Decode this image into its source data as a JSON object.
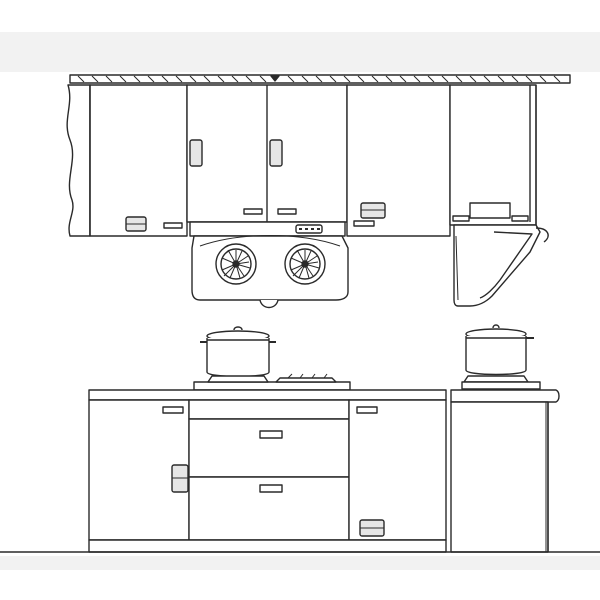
{
  "drawing": {
    "subject": "",
    "background_color": "#ffffff",
    "band_color": "#f2f2f2",
    "line_color": "#2a2a2a",
    "handle_fill": "#e6e6e6"
  },
  "components": {
    "upper_cabinets": [
      "left-wall-cabinet",
      "double-door-cabinet",
      "right-wall-cabinet",
      "end-wall-cabinet"
    ],
    "appliances": [
      "range-hood",
      "side-hood",
      "cooktop",
      "main-pot",
      "side-pot"
    ],
    "lower_cabinets": [
      "left-base-cabinet",
      "drawer-top",
      "drawer-bottom",
      "right-base-cabinet",
      "side-base-cabinet"
    ]
  }
}
